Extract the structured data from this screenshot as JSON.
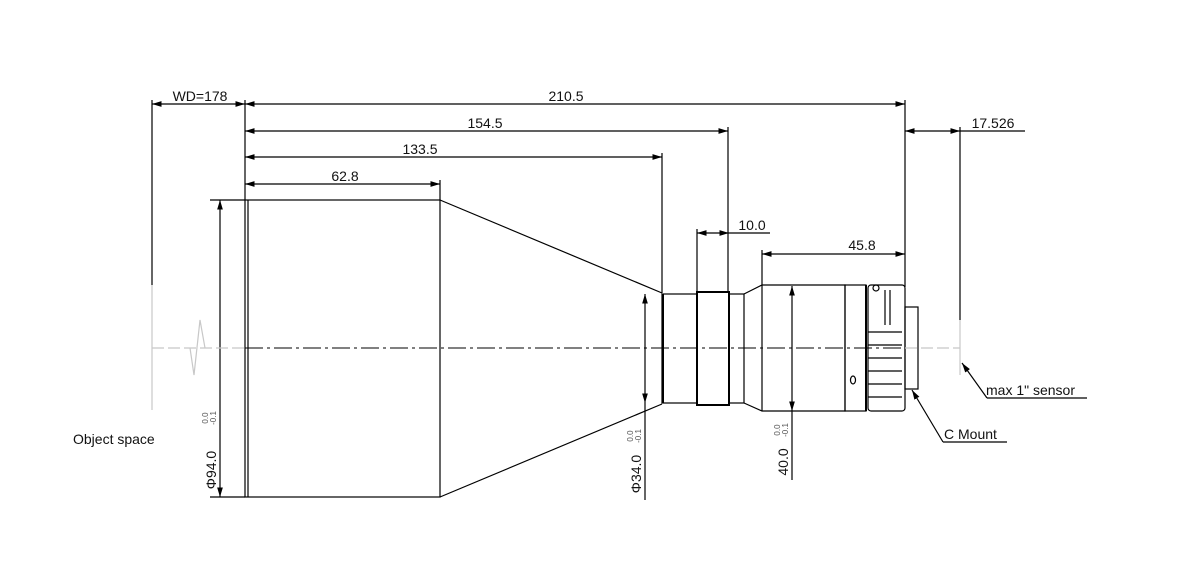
{
  "dimensions": {
    "wd": "WD=178",
    "total": "210.5",
    "d154": "154.5",
    "d133": "133.5",
    "d62": "62.8",
    "sensor_offset": "17.526",
    "d10": "10.0",
    "d45": "45.8",
    "dia94": "Φ94.0",
    "dia34": "Φ34.0",
    "dia40": "40.0",
    "tol_upper": "0.0",
    "tol_lower": "-0.1"
  },
  "labels": {
    "object_space": "Object space",
    "sensor": "max 1\" sensor",
    "mount": "C Mount"
  }
}
